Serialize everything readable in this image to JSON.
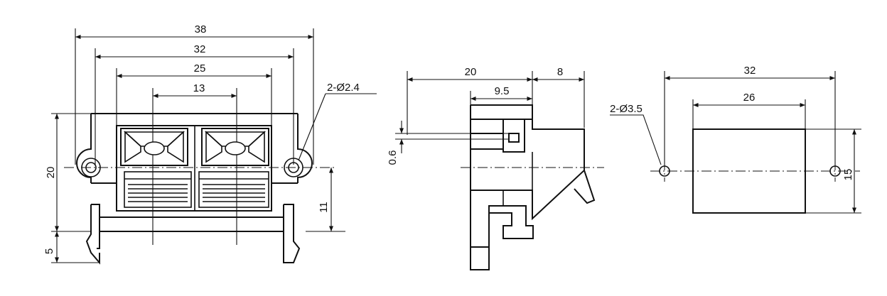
{
  "front_view": {
    "dim_overall_width": "38",
    "dim_mount_pitch": "32",
    "dim_body_width": "25",
    "dim_port_pitch": "13",
    "dim_height": "20",
    "dim_center_height": "11",
    "dim_foot": "5",
    "hole_note": "2-Ø2.4"
  },
  "side_view": {
    "dim_depth": "20",
    "dim_offset": "9.5",
    "dim_tab": "8",
    "dim_thickness": "0.6"
  },
  "panel_cutout": {
    "dim_hole_pitch": "32",
    "dim_cutout_width": "26",
    "dim_cutout_height": "15",
    "hole_note": "2-Ø3.5"
  }
}
